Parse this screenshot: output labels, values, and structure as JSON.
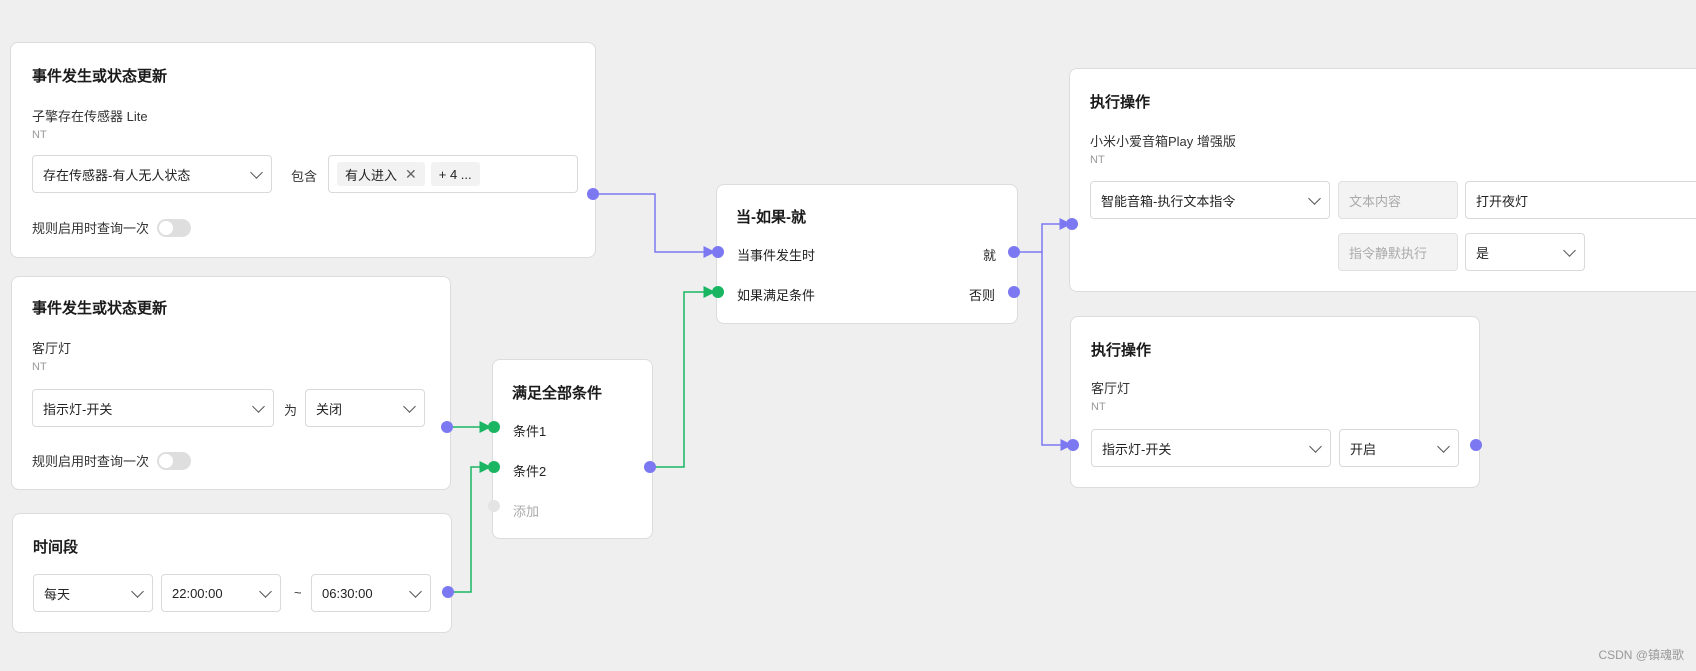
{
  "colors": {
    "blue_wire": "#7b78f2",
    "green_wire": "#19b563",
    "canvas": "#efefef"
  },
  "trigger1": {
    "title": "事件发生或状态更新",
    "device": "子擎存在传感器 Lite",
    "device_sub": "NT",
    "property": "存在传感器-有人无人状态",
    "relation": "包含",
    "tags": [
      "有人进入",
      "+ 4 ..."
    ],
    "query_once_label": "规则启用时查询一次",
    "query_once_enabled": false
  },
  "trigger2": {
    "title": "事件发生或状态更新",
    "device": "客厅灯",
    "device_sub": "NT",
    "property": "指示灯-开关",
    "relation": "为",
    "value": "关闭",
    "query_once_label": "规则启用时查询一次",
    "query_once_enabled": false
  },
  "timespan": {
    "title": "时间段",
    "repeat": "每天",
    "start": "22:00:00",
    "separator": "~",
    "end": "06:30:00"
  },
  "all_conditions": {
    "title": "满足全部条件",
    "items": [
      "条件1",
      "条件2"
    ],
    "add_label": "添加"
  },
  "when_if_then": {
    "title": "当-如果-就",
    "when_label": "当事件发生时",
    "if_label": "如果满足条件",
    "then_label": "就",
    "else_label": "否则"
  },
  "action1": {
    "title": "执行操作",
    "device": "小米小爱音箱Play 增强版",
    "device_sub": "NT",
    "command": "智能音箱-执行文本指令",
    "text_label": "文本内容",
    "text_value": "打开夜灯",
    "silent_label": "指令静默执行",
    "silent_value": "是"
  },
  "action2": {
    "title": "执行操作",
    "device": "客厅灯",
    "device_sub": "NT",
    "property": "指示灯-开关",
    "value": "开启"
  },
  "watermark": "CSDN @镇魂歌"
}
